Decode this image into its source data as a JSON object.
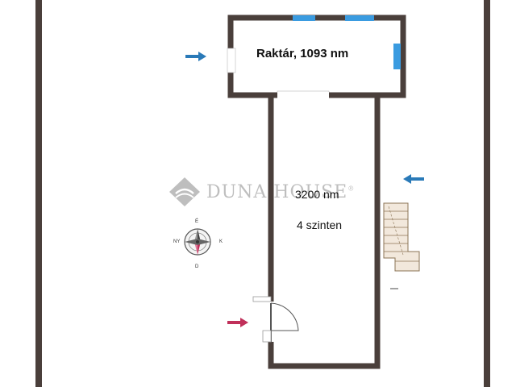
{
  "rooms": {
    "storage_label": "Raktár, 1093 nm",
    "main_area_label": "3200 nm",
    "main_floors_label": "4 szinten"
  },
  "watermark": {
    "text": "DUNA HOUSE",
    "registered_mark": "®"
  },
  "compass": {
    "n": "É",
    "s": "D",
    "e": "K",
    "w": "NY"
  },
  "colors": {
    "wall": "#4a3f3b",
    "window": "#3a9be0",
    "arrow_blue": "#2a7ab8",
    "arrow_red": "#c0305a",
    "door": "#555555",
    "stairs": "#c9b39a",
    "watermark": "#8a8a8a"
  },
  "icons": {
    "entrance_arrows": "arrow-right-icon",
    "side_arrow": "arrow-left-icon",
    "compass": "compass-rose-icon",
    "watermark_logo": "duna-house-logo-icon"
  }
}
